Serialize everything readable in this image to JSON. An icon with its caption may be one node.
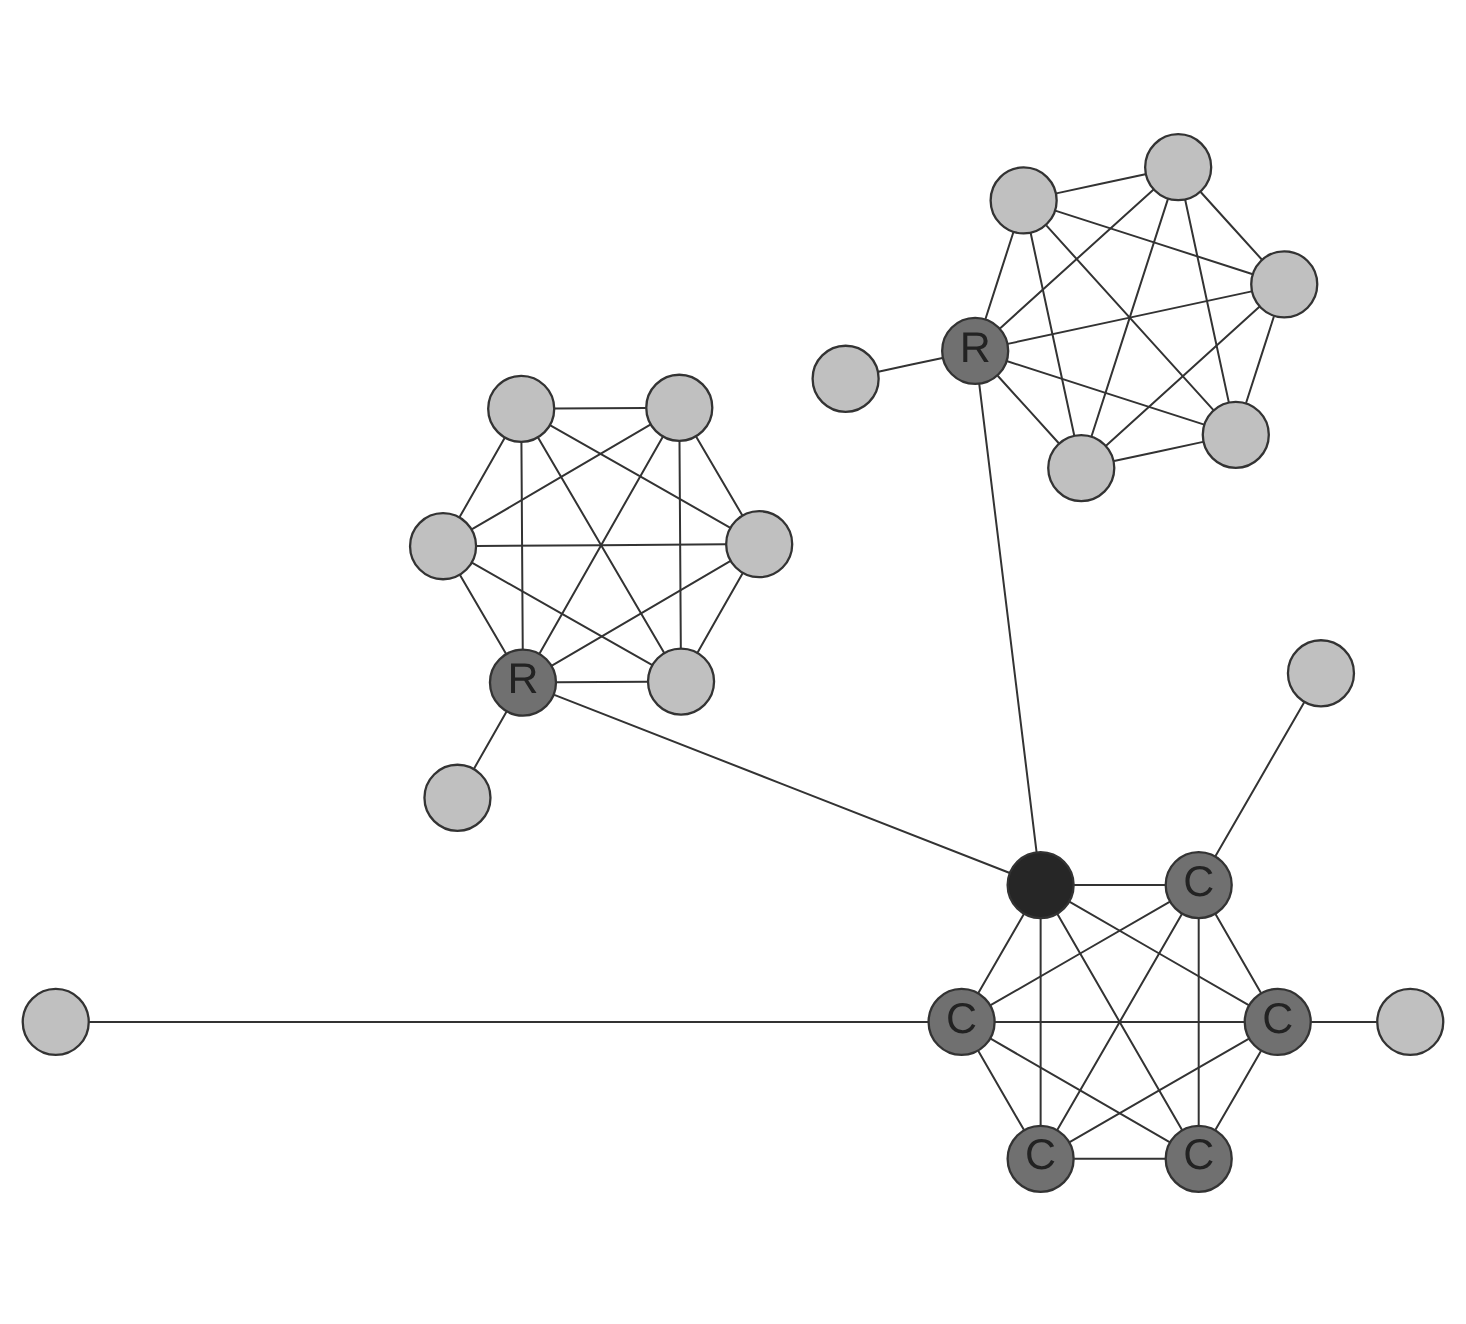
{
  "diagram": {
    "nodes": [
      {
        "text": [],
        "shape": "circle"
      },
      {
        "text": [],
        "shape": "circle"
      },
      {
        "text": [
          "C"
        ]
      },
      {
        "text": [
          "C"
        ]
      },
      {
        "text": [
          "C"
        ]
      },
      {
        "text": [],
        "shape": "circle"
      },
      {
        "text": [
          "C"
        ]
      },
      {
        "text": [
          "C"
        ]
      },
      {
        "text": [],
        "shape": "circle"
      },
      {
        "text": [
          "R"
        ]
      },
      {
        "text": [],
        "shape": "circle"
      },
      {
        "text": [],
        "shape": "circle"
      },
      {
        "text": [],
        "shape": "circle"
      },
      {
        "text": [],
        "shape": "circle"
      },
      {
        "text": [],
        "shape": "circle"
      },
      {
        "text": [],
        "shape": "circle"
      },
      {
        "text": [],
        "shape": "circle"
      },
      {
        "text": [
          "R"
        ]
      },
      {
        "text": [],
        "shape": "circle"
      },
      {
        "text": [],
        "shape": "circle"
      },
      {
        "text": [],
        "shape": "circle"
      },
      {
        "text": [],
        "shape": "circle"
      },
      {
        "text": [],
        "shape": "circle"
      }
    ],
    "edges": [
      {
        "from": 0,
        "to": 2,
        "arrow": "none"
      },
      {
        "from": 1,
        "to": 4,
        "arrow": "none"
      },
      {
        "from": 5,
        "to": 6,
        "arrow": "none"
      },
      {
        "from": 2,
        "to": 3,
        "arrow": "none"
      },
      {
        "from": 2,
        "to": 4,
        "arrow": "none"
      },
      {
        "from": 2,
        "to": 6,
        "arrow": "none"
      },
      {
        "from": 2,
        "to": 7,
        "arrow": "none"
      },
      {
        "from": 2,
        "to": 8,
        "arrow": "none"
      },
      {
        "from": 3,
        "to": 4,
        "arrow": "none"
      },
      {
        "from": 3,
        "to": 6,
        "arrow": "none"
      },
      {
        "from": 3,
        "to": 7,
        "arrow": "none"
      },
      {
        "from": 3,
        "to": 8,
        "arrow": "none"
      },
      {
        "from": 4,
        "to": 6,
        "arrow": "none"
      },
      {
        "from": 4,
        "to": 7,
        "arrow": "none"
      },
      {
        "from": 4,
        "to": 8,
        "arrow": "none"
      },
      {
        "from": 6,
        "to": 7,
        "arrow": "none"
      },
      {
        "from": 6,
        "to": 8,
        "arrow": "none"
      },
      {
        "from": 7,
        "to": 8,
        "arrow": "none"
      },
      {
        "from": 8,
        "to": 9,
        "arrow": "none"
      },
      {
        "from": 8,
        "to": 17,
        "arrow": "none"
      },
      {
        "from": 9,
        "to": 10,
        "arrow": "none"
      },
      {
        "from": 9,
        "to": 11,
        "arrow": "none"
      },
      {
        "from": 9,
        "to": 12,
        "arrow": "none"
      },
      {
        "from": 9,
        "to": 13,
        "arrow": "none"
      },
      {
        "from": 9,
        "to": 14,
        "arrow": "none"
      },
      {
        "from": 10,
        "to": 11,
        "arrow": "none"
      },
      {
        "from": 10,
        "to": 12,
        "arrow": "none"
      },
      {
        "from": 10,
        "to": 13,
        "arrow": "none"
      },
      {
        "from": 10,
        "to": 14,
        "arrow": "none"
      },
      {
        "from": 11,
        "to": 12,
        "arrow": "none"
      },
      {
        "from": 11,
        "to": 13,
        "arrow": "none"
      },
      {
        "from": 11,
        "to": 14,
        "arrow": "none"
      },
      {
        "from": 12,
        "to": 13,
        "arrow": "none"
      },
      {
        "from": 12,
        "to": 14,
        "arrow": "none"
      },
      {
        "from": 13,
        "to": 14,
        "arrow": "none"
      },
      {
        "from": 9,
        "to": 16,
        "arrow": "none"
      },
      {
        "from": 15,
        "to": 17,
        "arrow": "none"
      },
      {
        "from": 17,
        "to": 18,
        "arrow": "none"
      },
      {
        "from": 17,
        "to": 19,
        "arrow": "none"
      },
      {
        "from": 17,
        "to": 20,
        "arrow": "none"
      },
      {
        "from": 17,
        "to": 21,
        "arrow": "none"
      },
      {
        "from": 17,
        "to": 22,
        "arrow": "none"
      },
      {
        "from": 18,
        "to": 19,
        "arrow": "none"
      },
      {
        "from": 18,
        "to": 20,
        "arrow": "none"
      },
      {
        "from": 18,
        "to": 21,
        "arrow": "none"
      },
      {
        "from": 18,
        "to": 22,
        "arrow": "none"
      },
      {
        "from": 19,
        "to": 20,
        "arrow": "none"
      },
      {
        "from": 19,
        "to": 21,
        "arrow": "none"
      },
      {
        "from": 19,
        "to": 22,
        "arrow": "none"
      },
      {
        "from": 20,
        "to": 21,
        "arrow": "none"
      },
      {
        "from": 20,
        "to": 22,
        "arrow": "none"
      },
      {
        "from": 21,
        "to": 22,
        "arrow": "none"
      }
    ]
  }
}
